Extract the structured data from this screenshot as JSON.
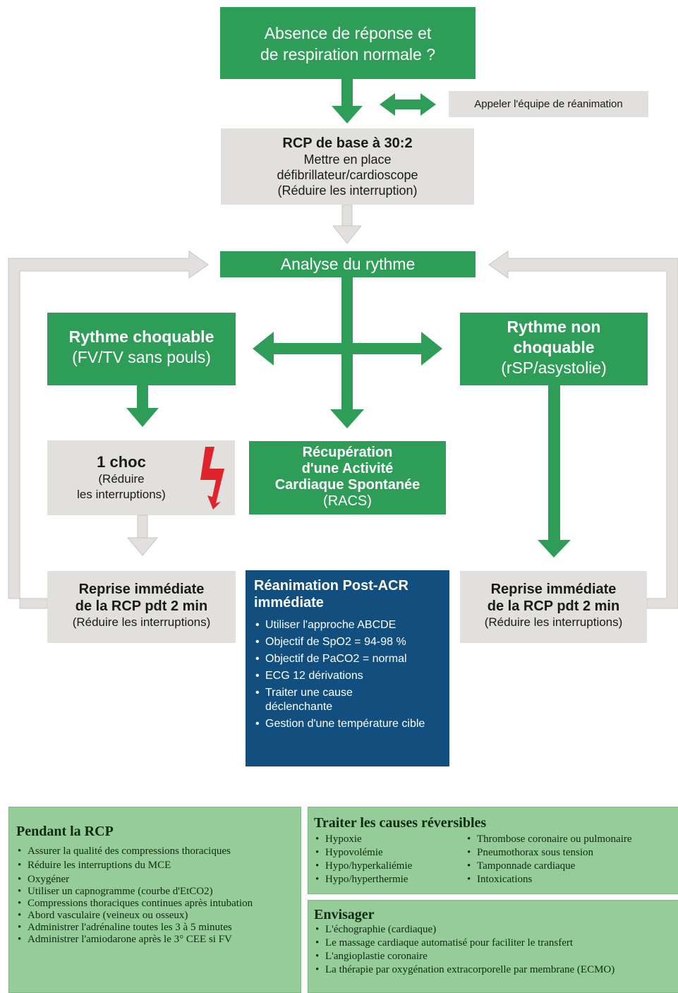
{
  "start": {
    "line1": "Absence de réponse et",
    "line2": "de respiration normale ?"
  },
  "call_team": "Appeler l'équipe de réanimation",
  "cpr_base": {
    "title": "RCP de base à 30:2",
    "line1": "Mettre en place",
    "line2": "défibrillateur/cardioscope",
    "line3": "(Réduire les interruption)"
  },
  "rhythm_analysis": "Analyse du rythme",
  "shockable": {
    "title": "Rythme choquable",
    "subtitle": "(FV/TV sans pouls)"
  },
  "non_shockable": {
    "line1": "Rythme non",
    "line2": "choquable",
    "subtitle": "(rSP/asystolie)"
  },
  "shock": {
    "title": "1 choc",
    "line1": "(Réduire",
    "line2": "les interruptions)"
  },
  "racs": {
    "line1": "Récupération",
    "line2": "d'une Activité",
    "line3": "Cardiaque Spontanée",
    "line4": "(RACS)"
  },
  "resume_left": {
    "line1": "Reprise immédiate",
    "line2": "de la RCP pdt 2 min",
    "line3": "(Réduire les interruptions)"
  },
  "resume_right": {
    "line1": "Reprise immédiate",
    "line2": "de la RCP pdt 2 min",
    "line3": "(Réduire les interruptions)"
  },
  "post_acr": {
    "title_line1": "Réanimation Post-ACR",
    "title_line2": "immédiate",
    "items": [
      "Utiliser l'approche ABCDE",
      "Objectif de SpO2 = 94-98 %",
      "Objectif de PaCO2 = normal",
      "ECG 12 dérivations",
      "Traiter une cause déclenchante",
      "Gestion d'une température cible"
    ]
  },
  "during_cpr": {
    "title": "Pendant la RCP",
    "items": [
      "Assurer la qualité des compressions thoraciques",
      "Réduire les interruptions du MCE",
      "Oxygéner",
      "Utiliser un capnogramme (courbe d'EtCO2)",
      "Compressions thoraciques continues après intubation",
      "Abord vasculaire (veineux ou osseux)",
      "Administrer l'adrénaline toutes les 3 à 5 minutes",
      "Administrer l'amiodarone après le 3° CEE si FV"
    ]
  },
  "reversible": {
    "title": "Traiter les causes réversibles",
    "col1": [
      "Hypoxie",
      "Hypovolémie",
      "Hypo/hyperkaliémie",
      "Hypo/hyperthermie"
    ],
    "col2": [
      "Thrombose coronaire ou pulmonaire",
      "Pneumothorax sous tension",
      "Tamponnade cardiaque",
      "Intoxications"
    ]
  },
  "consider": {
    "title": "Envisager",
    "items": [
      "L'échographie (cardiaque)",
      "Le massage cardiaque automatisé pour faciliter le transfert",
      "L'angioplastie coronaire",
      "La thérapie par oxygénation extracorporelle par membrane (ECMO)"
    ]
  },
  "colors": {
    "green": "#2e9d57",
    "grey": "#e2e0dc",
    "blue": "#124f7e",
    "light_green": "#96cc99",
    "bolt_red": "#e0242b"
  },
  "icons": {
    "shock": "lightning-bolt-icon"
  }
}
